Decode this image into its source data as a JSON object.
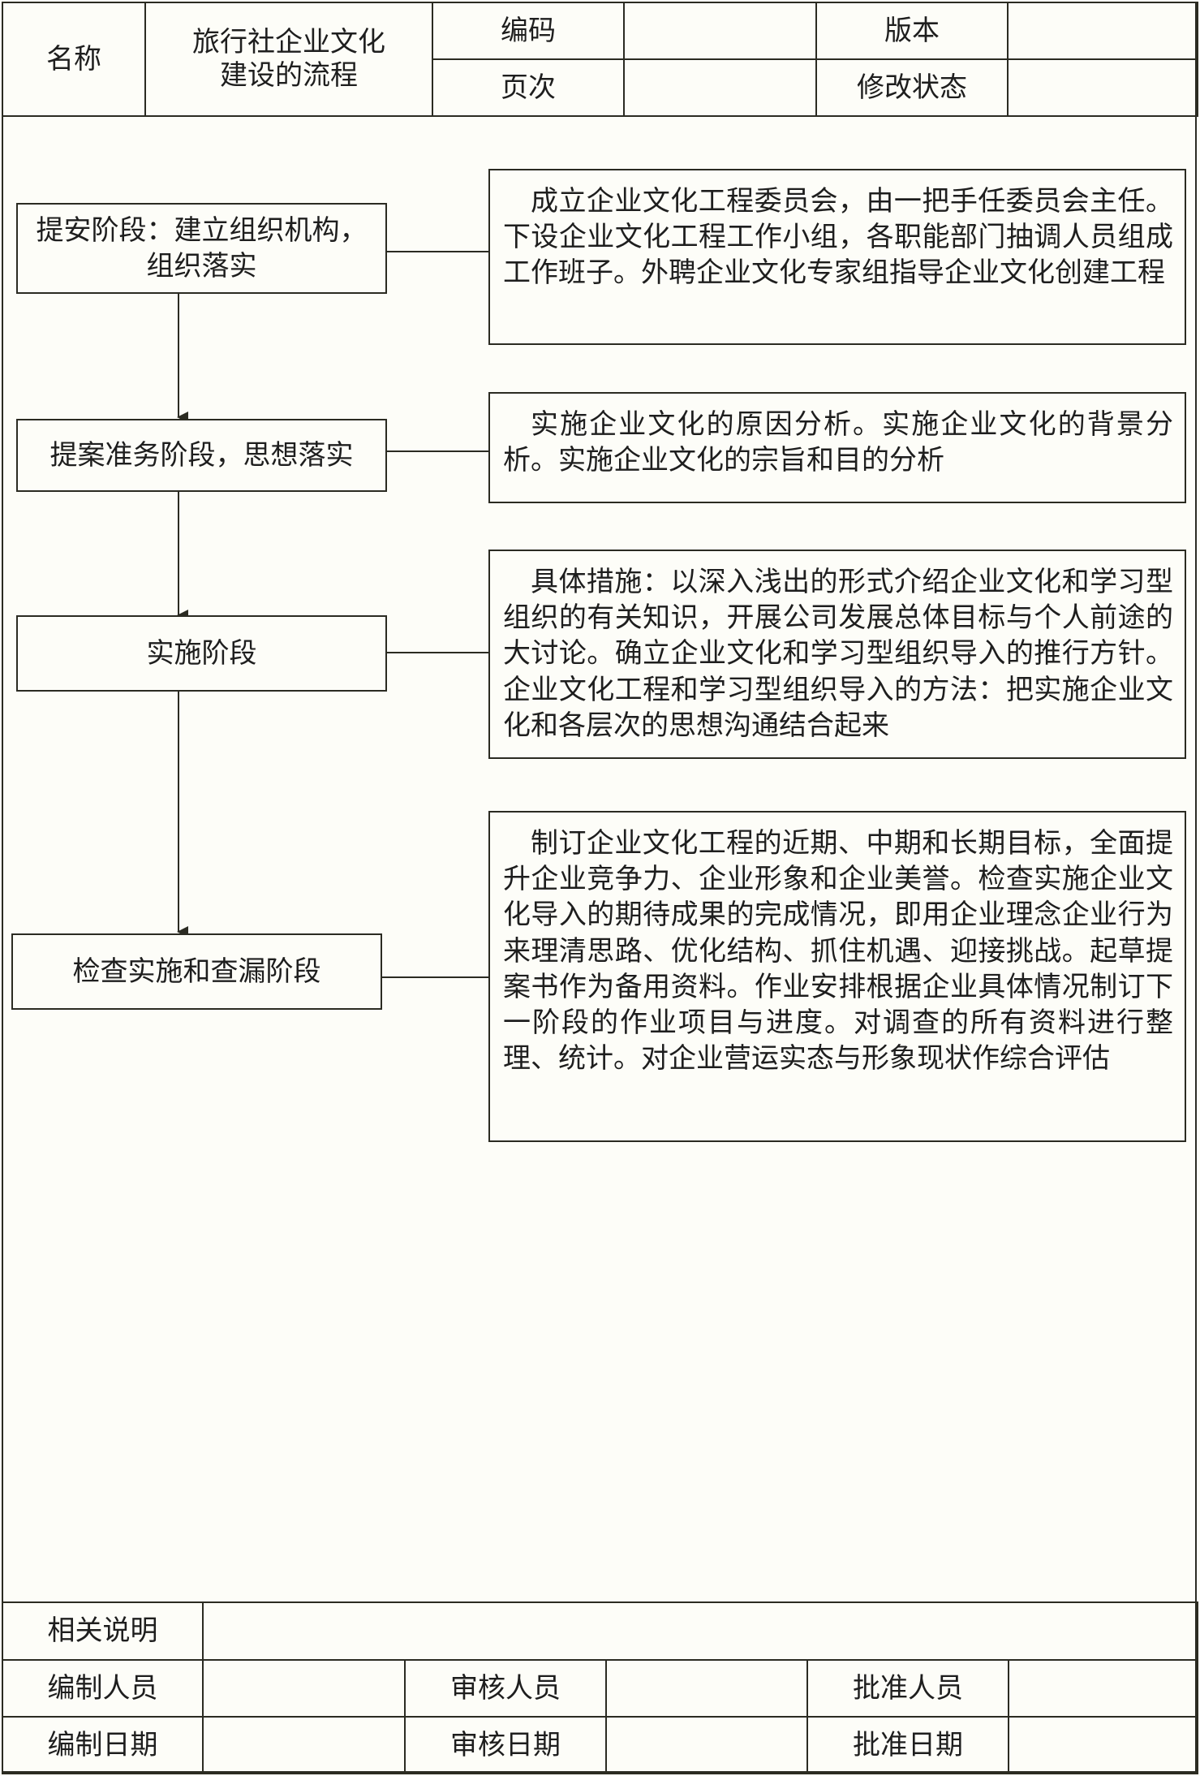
{
  "header": {
    "name_label": "名称",
    "name_value": "旅行社企业文化建设的流程",
    "code_label": "编码",
    "code_value": "",
    "version_label": "版本",
    "version_value": "",
    "page_label": "页次",
    "page_value": "",
    "revision_label": "修改状态",
    "revision_value": ""
  },
  "stages": [
    {
      "label": "提安阶段：建立组织机构，组织落实",
      "note": "成立企业文化工程委员会，由一把手任委员会主任。下设企业文化工程工作小组，各职能部门抽调人员组成工作班子。外聘企业文化专家组指导企业文化创建工程"
    },
    {
      "label": "提案准务阶段，思想落实",
      "note": "实施企业文化的原因分析。实施企业文化的背景分析。实施企业文化的宗旨和目的分析"
    },
    {
      "label": "实施阶段",
      "note": "具体措施：以深入浅出的形式介绍企业文化和学习型组织的有关知识，开展公司发展总体目标与个人前途的大讨论。确立企业文化和学习型组织导入的推行方针。企业文化工程和学习型组织导入的方法：把实施企业文化和各层次的思想沟通结合起来"
    },
    {
      "label": "检查实施和查漏阶段",
      "note": "制订企业文化工程的近期、中期和长期目标，全面提升企业竞争力、企业形象和企业美誉。检查实施企业文化导入的期待成果的完成情况，即用企业理念企业行为来理清思路、优化结构、抓住机遇、迎接挑战。起草提案书作为备用资料。作业安排根据企业具体情况制订下一阶段的作业项目与进度。对调查的所有资料进行整理、统计。对企业营运实态与形象现状作综合评估"
    }
  ],
  "footer": {
    "remarks_label": "相关说明",
    "remarks_value": "",
    "editor_label": "编制人员",
    "editor_value": "",
    "reviewer_label": "审核人员",
    "reviewer_value": "",
    "approver_label": "批准人员",
    "approver_value": "",
    "edit_date_label": "编制日期",
    "edit_date_value": "",
    "review_date_label": "审核日期",
    "review_date_value": "",
    "approve_date_label": "批准日期",
    "approve_date_value": ""
  }
}
